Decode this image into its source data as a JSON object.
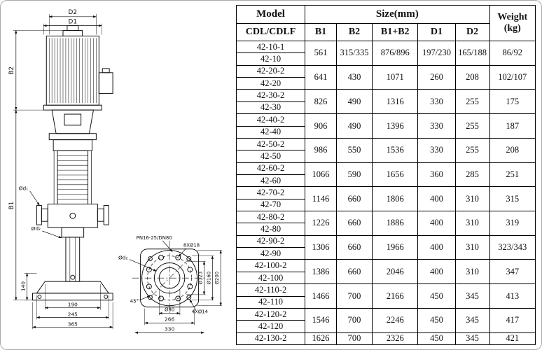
{
  "drawing": {
    "dims": {
      "d2": "D2",
      "d1": "D1",
      "b2": "B2",
      "b1": "B1",
      "h140": "140",
      "w190": "190",
      "w245": "245",
      "w365": "365",
      "bore": "Ø80",
      "w266": "266",
      "w330": "330",
      "dia123": "Ø123",
      "dia160": "Ø160",
      "dia200": "Ø200",
      "angle45": "45°"
    },
    "labels": {
      "port1": "Ød₁",
      "port2": "Ød₂",
      "port3": "Ød₂",
      "flange_spec": "PN16-25/DN80",
      "bolts8": "8XØ18",
      "bolts4": "4XØ14"
    }
  },
  "table": {
    "header": {
      "model": "Model",
      "size": "Size(mm)",
      "model_sub": "CDL/CDLF",
      "size_cols": [
        "B1",
        "B2",
        "B1+B2",
        "D1",
        "D2"
      ],
      "weight_l1": "Weight",
      "weight_l2": "(kg)"
    },
    "groups": [
      {
        "models": [
          "42-10-1",
          "42-10"
        ],
        "b1": "561",
        "b2": "315/335",
        "b1b2": "876/896",
        "d1": "197/230",
        "d2": "165/188",
        "weight": "86/92"
      },
      {
        "models": [
          "42-20-2",
          "42-20"
        ],
        "b1": "641",
        "b2": "430",
        "b1b2": "1071",
        "d1": "260",
        "d2": "208",
        "weight": "102/107"
      },
      {
        "models": [
          "42-30-2",
          "42-30"
        ],
        "b1": "826",
        "b2": "490",
        "b1b2": "1316",
        "d1": "330",
        "d2": "255",
        "weight": "175"
      },
      {
        "models": [
          "42-40-2",
          "42-40"
        ],
        "b1": "906",
        "b2": "490",
        "b1b2": "1396",
        "d1": "330",
        "d2": "255",
        "weight": "187"
      },
      {
        "models": [
          "42-50-2",
          "42-50"
        ],
        "b1": "986",
        "b2": "550",
        "b1b2": "1536",
        "d1": "330",
        "d2": "255",
        "weight": "208"
      },
      {
        "models": [
          "42-60-2",
          "42-60"
        ],
        "b1": "1066",
        "b2": "590",
        "b1b2": "1656",
        "d1": "360",
        "d2": "285",
        "weight": "251"
      },
      {
        "models": [
          "42-70-2",
          "42-70"
        ],
        "b1": "1146",
        "b2": "660",
        "b1b2": "1806",
        "d1": "400",
        "d2": "310",
        "weight": "315"
      },
      {
        "models": [
          "42-80-2",
          "42-80"
        ],
        "b1": "1226",
        "b2": "660",
        "b1b2": "1886",
        "d1": "400",
        "d2": "310",
        "weight": "319"
      },
      {
        "models": [
          "42-90-2",
          "42-90"
        ],
        "b1": "1306",
        "b2": "660",
        "b1b2": "1966",
        "d1": "400",
        "d2": "310",
        "weight": "323/343"
      },
      {
        "models": [
          "42-100-2",
          "42-100"
        ],
        "b1": "1386",
        "b2": "660",
        "b1b2": "2046",
        "d1": "400",
        "d2": "310",
        "weight": "347"
      },
      {
        "models": [
          "42-110-2",
          "42-110"
        ],
        "b1": "1466",
        "b2": "700",
        "b1b2": "2166",
        "d1": "450",
        "d2": "345",
        "weight": "413"
      },
      {
        "models": [
          "42-120-2",
          "42-120"
        ],
        "b1": "1546",
        "b2": "700",
        "b1b2": "2246",
        "d1": "450",
        "d2": "345",
        "weight": "417"
      },
      {
        "models": [
          "42-130-2"
        ],
        "b1": "1626",
        "b2": "700",
        "b1b2": "2326",
        "d1": "450",
        "d2": "345",
        "weight": "421"
      }
    ]
  }
}
